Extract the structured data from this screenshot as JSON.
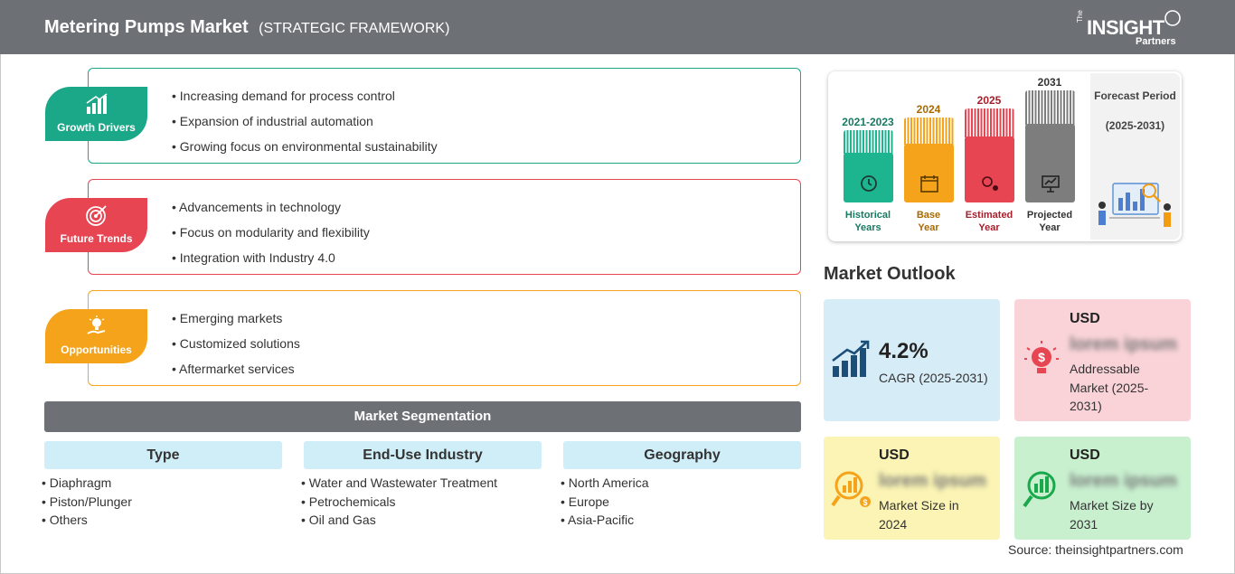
{
  "header": {
    "title": "Metering Pumps Market",
    "subtitle": "(STRATEGIC FRAMEWORK)",
    "logo": {
      "the": "The",
      "insight": "INSIGHT",
      "partners": "Partners"
    }
  },
  "drivers": {
    "label": "Growth Drivers",
    "color": "#1aa889",
    "icon": "bar-growth-icon",
    "items": [
      "Increasing demand for process control",
      "Expansion of industrial automation",
      "Growing focus on environmental sustainability"
    ]
  },
  "trends": {
    "label": "Future Trends",
    "color": "#e84552",
    "icon": "target-icon",
    "items": [
      "Advancements in technology",
      "Focus on modularity and flexibility",
      "Integration with Industry 4.0"
    ]
  },
  "opportunities": {
    "label": "Opportunities",
    "color": "#f5a31a",
    "icon": "lightbulb-hand-icon",
    "items": [
      "Emerging markets",
      "Customized solutions",
      "Aftermarket services"
    ]
  },
  "segmentation": {
    "title": "Market Segmentation",
    "columns": [
      {
        "head": "Type",
        "items": [
          "Diaphragm",
          "Piston/Plunger",
          "Others"
        ]
      },
      {
        "head": "End-Use Industry",
        "items": [
          "Water and Wastewater Treatment",
          "Petrochemicals",
          "Oil and Gas"
        ]
      },
      {
        "head": "Geography",
        "items": [
          "North America",
          "Europe",
          "Asia-Pacific"
        ]
      }
    ]
  },
  "timeline": {
    "periods": [
      {
        "year": "2021-2023",
        "caption1": "Historical",
        "caption2": "Years",
        "color": "#1db58f",
        "text_color": "#167a62",
        "icon": "history-clock-icon"
      },
      {
        "year": "2024",
        "caption1": "Base",
        "caption2": "Year",
        "color": "#f5a31a",
        "text_color": "#a86a00",
        "icon": "calendar-icon"
      },
      {
        "year": "2025",
        "caption1": "Estimated",
        "caption2": "Year",
        "color": "#e84552",
        "text_color": "#a4202c",
        "icon": "estimate-gear-icon"
      },
      {
        "year": "2031",
        "caption1": "Projected",
        "caption2": "Year",
        "color": "#7d7d7d",
        "text_color": "#333333",
        "icon": "projection-board-icon"
      }
    ],
    "forecast_label": "Forecast Period",
    "forecast_range": "(2025-2031)"
  },
  "outlook": {
    "title": "Market Outlook",
    "cagr": {
      "value": "4.2%",
      "label": "CAGR (2025-2031)",
      "color": "#d6ecf7",
      "icon": "growth-chart-icon"
    },
    "addressable": {
      "usd": "USD",
      "blurred": "lorem ipsum",
      "label": "Addressable Market (2025-2031)",
      "color": "#f9d3d8",
      "icon": "dollar-bulb-icon"
    },
    "size_2024": {
      "usd": "USD",
      "blurred": "lorem ipsum",
      "label": "Market Size in 2024",
      "color": "#fbf4b4",
      "icon": "magnifier-chart-icon"
    },
    "size_2031": {
      "usd": "USD",
      "blurred": "lorem ipsum",
      "label": "Market Size by 2031",
      "color": "#c8f0cf",
      "icon": "magnifier-bars-icon"
    }
  },
  "source": "Source: theinsightpartners.com"
}
